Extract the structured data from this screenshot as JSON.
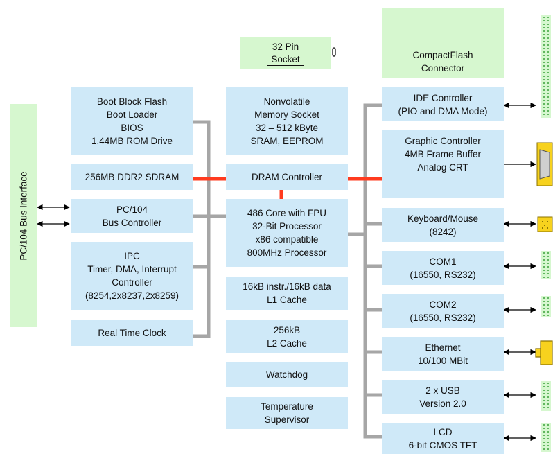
{
  "pc104_bus": "PC/104 Bus Interface",
  "left_column": {
    "boot": [
      "Boot Block Flash",
      "Boot Loader",
      "BIOS",
      "1.44MB ROM Drive"
    ],
    "ddr2": [
      "256MB DDR2 SDRAM"
    ],
    "bus_controller": [
      "PC/104",
      "Bus Controller"
    ],
    "ipc": [
      "IPC",
      "Timer, DMA, Interrupt",
      "Controller",
      "(8254,2x8237,2x8259)"
    ],
    "rtc": [
      "Real Time Clock"
    ]
  },
  "center_column": {
    "socket32": [
      "32 Pin",
      "Socket"
    ],
    "nvram": [
      "Nonvolatile",
      "Memory Socket",
      "32 – 512 kByte",
      "SRAM, EEPROM"
    ],
    "dram": [
      "DRAM Controller"
    ],
    "cpu": [
      "486 Core with FPU",
      "32-Bit Processor",
      "x86 compatible",
      "800MHz Processor"
    ],
    "l1": [
      "16kB instr./16kB data",
      "L1 Cache"
    ],
    "l2": [
      "256kB",
      "L2 Cache"
    ],
    "watchdog": [
      "Watchdog"
    ],
    "temp": [
      "Temperature",
      "Supervisor"
    ]
  },
  "right_column": {
    "cf": [
      "CompactFlash",
      "Connector"
    ],
    "ide": [
      "IDE Controller",
      "(PIO and DMA Mode)"
    ],
    "graphic": [
      "Graphic Controller",
      "4MB Frame Buffer",
      "Analog CRT"
    ],
    "kbd": [
      "Keyboard/Mouse",
      "(8242)"
    ],
    "com1": [
      "COM1",
      "(16550, RS232)"
    ],
    "com2": [
      "COM2",
      "(16550, RS232)"
    ],
    "ethernet": [
      "Ethernet",
      "10/100 MBit"
    ],
    "usb": [
      "2 x USB",
      "Version 2.0"
    ],
    "lcd": [
      "LCD",
      "6-bit CMOS TFT"
    ]
  },
  "colors": {
    "box_fill": "#cfe9f8",
    "connector_fill": "#d6f7cf",
    "bus_line": "#a6a6a6",
    "memory_bus": "#ff3b1f",
    "port_connector": "#f7d21e"
  },
  "icons": [
    "db15-vga-icon",
    "ps2-port-icon",
    "rj45-port-icon",
    "pin-header-icon",
    "double-arrow-icon",
    "arrow-icon"
  ]
}
